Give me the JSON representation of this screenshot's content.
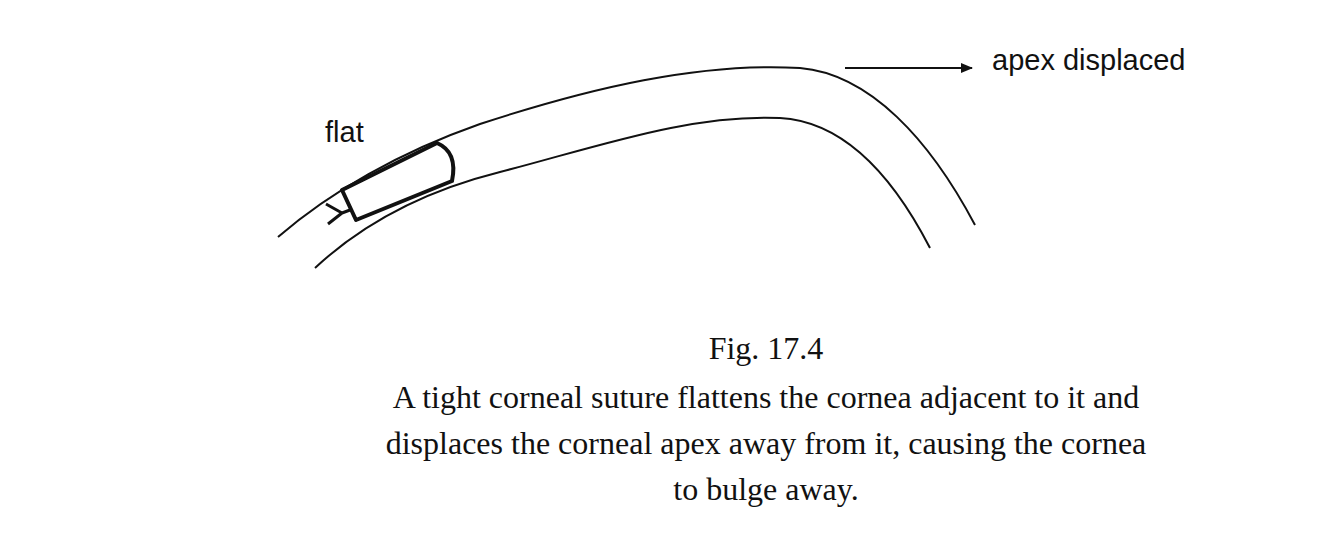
{
  "diagram": {
    "title": "Fig. 17.4",
    "caption": "A tight corneal suture flattens the cornea adjacent to it and displaces the corneal apex away from it, causing the cornea to bulge away.",
    "labels": [
      "flat",
      "apex displaced"
    ]
  }
}
